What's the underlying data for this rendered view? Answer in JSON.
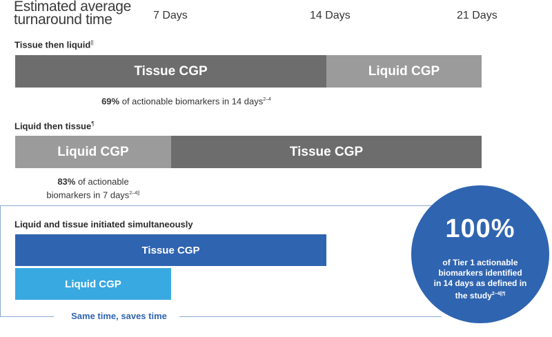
{
  "header": {
    "title_line1": "Estimated average",
    "title_line2": "turnaround time",
    "ticks": [
      "7 Days",
      "14 Days",
      "21 Days"
    ]
  },
  "scenario1": {
    "label": "Tissue then liquid",
    "label_sup": "||",
    "bars": [
      "Tissue CGP",
      "Liquid CGP"
    ],
    "note_pct": "69%",
    "note_text": " of actionable biomarkers in 14 days",
    "note_sup": "2–4"
  },
  "scenario2": {
    "label": "Liquid then tissue",
    "label_sup": "¶",
    "bars": [
      "Liquid CGP",
      "Tissue CGP"
    ],
    "note_pct": "83%",
    "note_text1": " of actionable",
    "note_text2": "biomarkers in 7 days",
    "note_sup": "2–4||"
  },
  "scenario3": {
    "label": "Liquid and tissue initiated simultaneously",
    "bars": [
      "Tissue CGP",
      "Liquid CGP"
    ],
    "caption": "Same time, saves time"
  },
  "callout": {
    "value": "100%",
    "line1": "of Tier 1 actionable",
    "line2": "biomarkers identified",
    "line3": "in 14 days as defined in",
    "line4": "the study",
    "sup": "2–4||¶"
  },
  "colors": {
    "tissue_gray": "#6d6d6d",
    "liquid_gray": "#9b9b9b",
    "tissue_blue": "#2f64b0",
    "liquid_blue": "#39a9e1"
  }
}
